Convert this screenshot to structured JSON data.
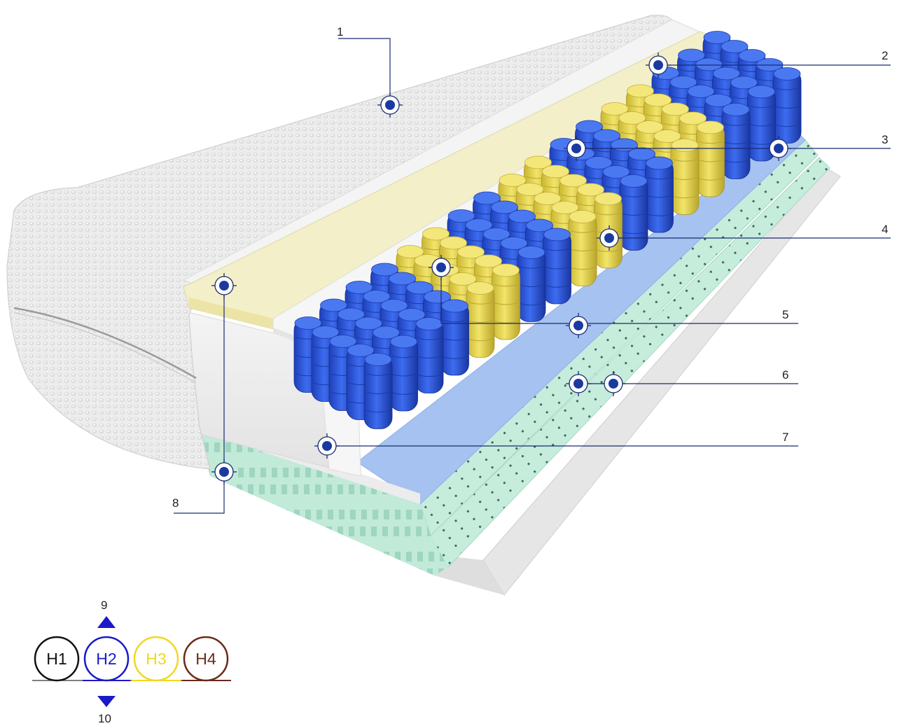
{
  "callouts": [
    {
      "label": "1"
    },
    {
      "label": "2"
    },
    {
      "label": "3"
    },
    {
      "label": "4"
    },
    {
      "label": "5"
    },
    {
      "label": "6"
    },
    {
      "label": "7"
    },
    {
      "label": "8"
    }
  ],
  "hardness": {
    "items": [
      {
        "label": "H1",
        "color": "#111111"
      },
      {
        "label": "H2",
        "color": "#1a1ac8"
      },
      {
        "label": "H3",
        "color": "#f0d820"
      },
      {
        "label": "H4",
        "color": "#6a2a1a"
      }
    ],
    "up_label": "9",
    "down_label": "10"
  },
  "colors": {
    "marker": "#1a3aa0",
    "spring_blue": "#2a55d8",
    "spring_yellow": "#e8d850",
    "foam_green": "#bfe8d8",
    "foam_white": "#f2f2f2",
    "memory_foam": "#f3efc8",
    "fleece": "#a8c4f0",
    "leader": "#1a2a70"
  }
}
